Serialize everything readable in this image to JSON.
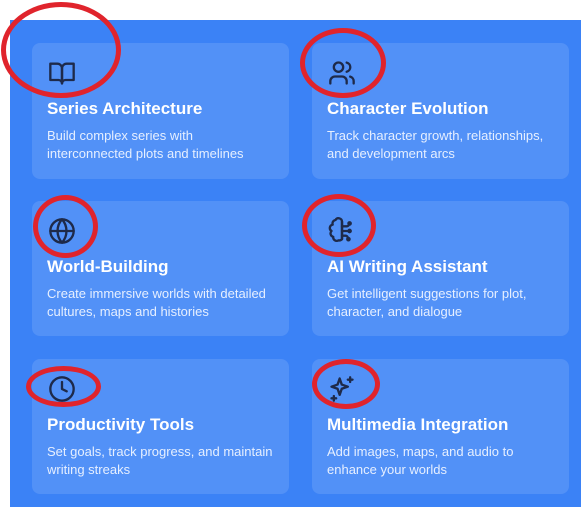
{
  "colors": {
    "panel": "#3b82f6",
    "highlight_ring": "#e0242c",
    "icon": "#1e2a4a"
  },
  "features": [
    {
      "icon": "book-open-icon",
      "title": "Series Architecture",
      "description": "Build complex series with interconnected plots and timelines"
    },
    {
      "icon": "users-icon",
      "title": "Character Evolution",
      "description": "Track character growth, relationships, and development arcs"
    },
    {
      "icon": "globe-icon",
      "title": "World-Building",
      "description": "Create immersive worlds with detailed cultures, maps and histories"
    },
    {
      "icon": "brain-icon",
      "title": "AI Writing Assistant",
      "description": "Get intelligent suggestions for plot, character, and dialogue"
    },
    {
      "icon": "clock-icon",
      "title": "Productivity Tools",
      "description": "Set goals, track progress, and maintain writing streaks"
    },
    {
      "icon": "sparkles-icon",
      "title": "Multimedia Integration",
      "description": "Add images, maps, and audio to enhance your worlds"
    }
  ]
}
